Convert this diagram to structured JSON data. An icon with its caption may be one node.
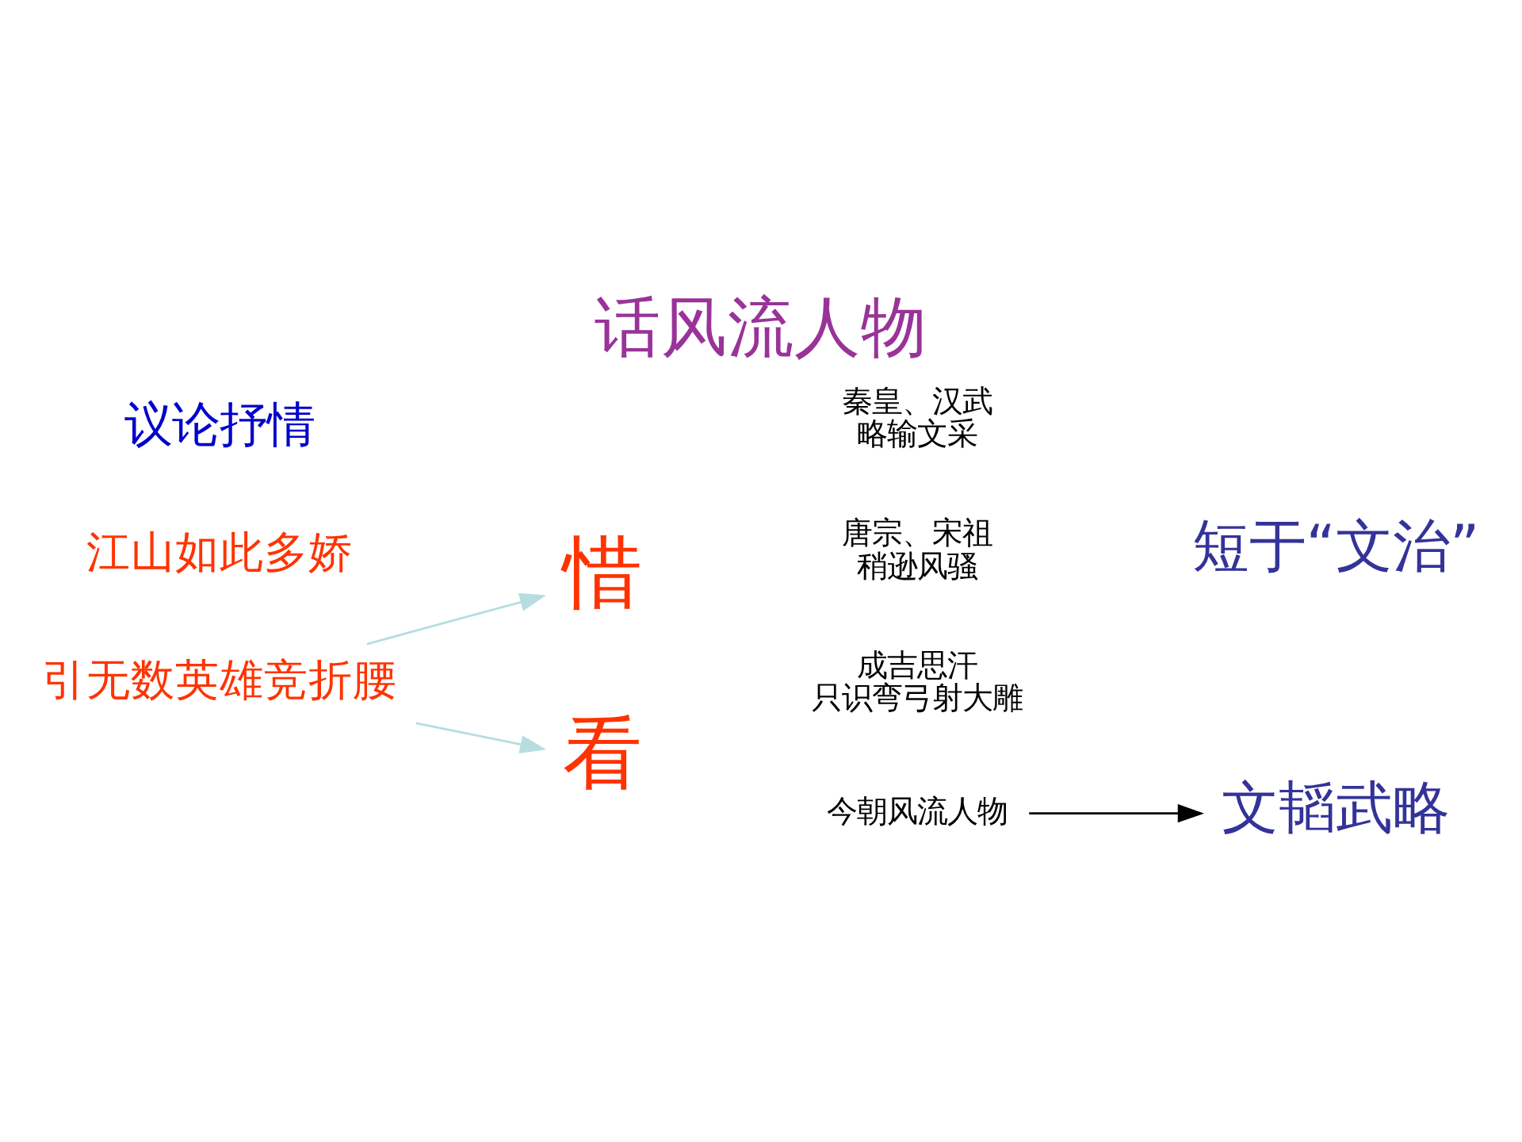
{
  "diagram": {
    "title": "话风流人物",
    "nodes": [
      {
        "text": [
          "议论抒情"
        ]
      },
      {
        "text": [
          "江山如此多娇"
        ]
      },
      {
        "text": [
          "引无数英雄竞折腰"
        ]
      },
      {
        "text": [
          "惜"
        ]
      },
      {
        "text": [
          "看"
        ]
      },
      {
        "text": [
          "秦皇、汉武",
          "略输文采"
        ]
      },
      {
        "text": [
          "唐宗、宋祖",
          "稍逊风骚"
        ]
      },
      {
        "text": [
          "成吉思汗",
          "只识弯弓射大雕"
        ]
      },
      {
        "text": [
          "短于“文治”"
        ]
      },
      {
        "text": [
          "今朝风流人物"
        ]
      },
      {
        "text": [
          "文韬武略"
        ]
      }
    ],
    "edges": [
      {
        "from": 2,
        "to": 3,
        "arrow": "to",
        "color": "#b7dde0"
      },
      {
        "from": 2,
        "to": 4,
        "arrow": "to",
        "color": "#b7dde0"
      },
      {
        "from": 9,
        "to": 10,
        "arrow": "to",
        "color": "#000000"
      }
    ]
  }
}
